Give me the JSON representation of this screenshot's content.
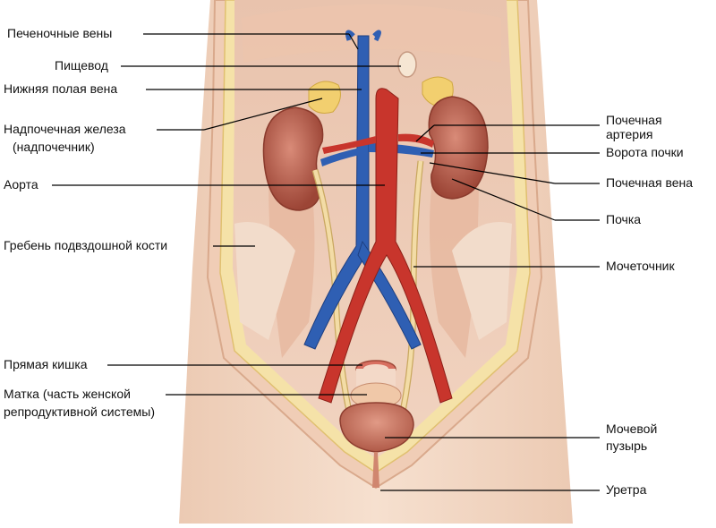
{
  "labels_left": [
    {
      "id": "hepatic-veins",
      "text": "Печеночные вены"
    },
    {
      "id": "esophagus",
      "text": "Пищевод"
    },
    {
      "id": "inferior-vena-cava",
      "text": "Нижняя полая вена"
    },
    {
      "id": "adrenal-1",
      "text": "Надпочечная железа"
    },
    {
      "id": "adrenal-2",
      "text": "(надпочечник)"
    },
    {
      "id": "aorta",
      "text": "Аорта"
    },
    {
      "id": "iliac-crest",
      "text": "Гребень подвздошной кости"
    },
    {
      "id": "rectum",
      "text": "Прямая кишка"
    },
    {
      "id": "uterus-1",
      "text": "Матка (часть женской"
    },
    {
      "id": "uterus-2",
      "text": "репродуктивной системы)"
    }
  ],
  "labels_right": [
    {
      "id": "renal-artery-1",
      "text": "Почечная"
    },
    {
      "id": "renal-artery-2",
      "text": "артерия"
    },
    {
      "id": "renal-hilum",
      "text": "Ворота почки"
    },
    {
      "id": "renal-vein",
      "text": "Почечная вена"
    },
    {
      "id": "kidney",
      "text": "Почка"
    },
    {
      "id": "ureter",
      "text": "Мочеточник"
    },
    {
      "id": "bladder-1",
      "text": "Мочевой"
    },
    {
      "id": "bladder-2",
      "text": "пузырь"
    },
    {
      "id": "urethra",
      "text": "Уретра"
    }
  ],
  "colors": {
    "skin": "#f3d7c2",
    "muscle": "#e7bfa4",
    "vein": "#2f5fb3",
    "artery": "#c8352c",
    "kidney": "#b8584a",
    "ureter": "#f0d9a0",
    "bladder": "#c96f5c",
    "fat": "#f2d27a",
    "leader": "#000000"
  }
}
